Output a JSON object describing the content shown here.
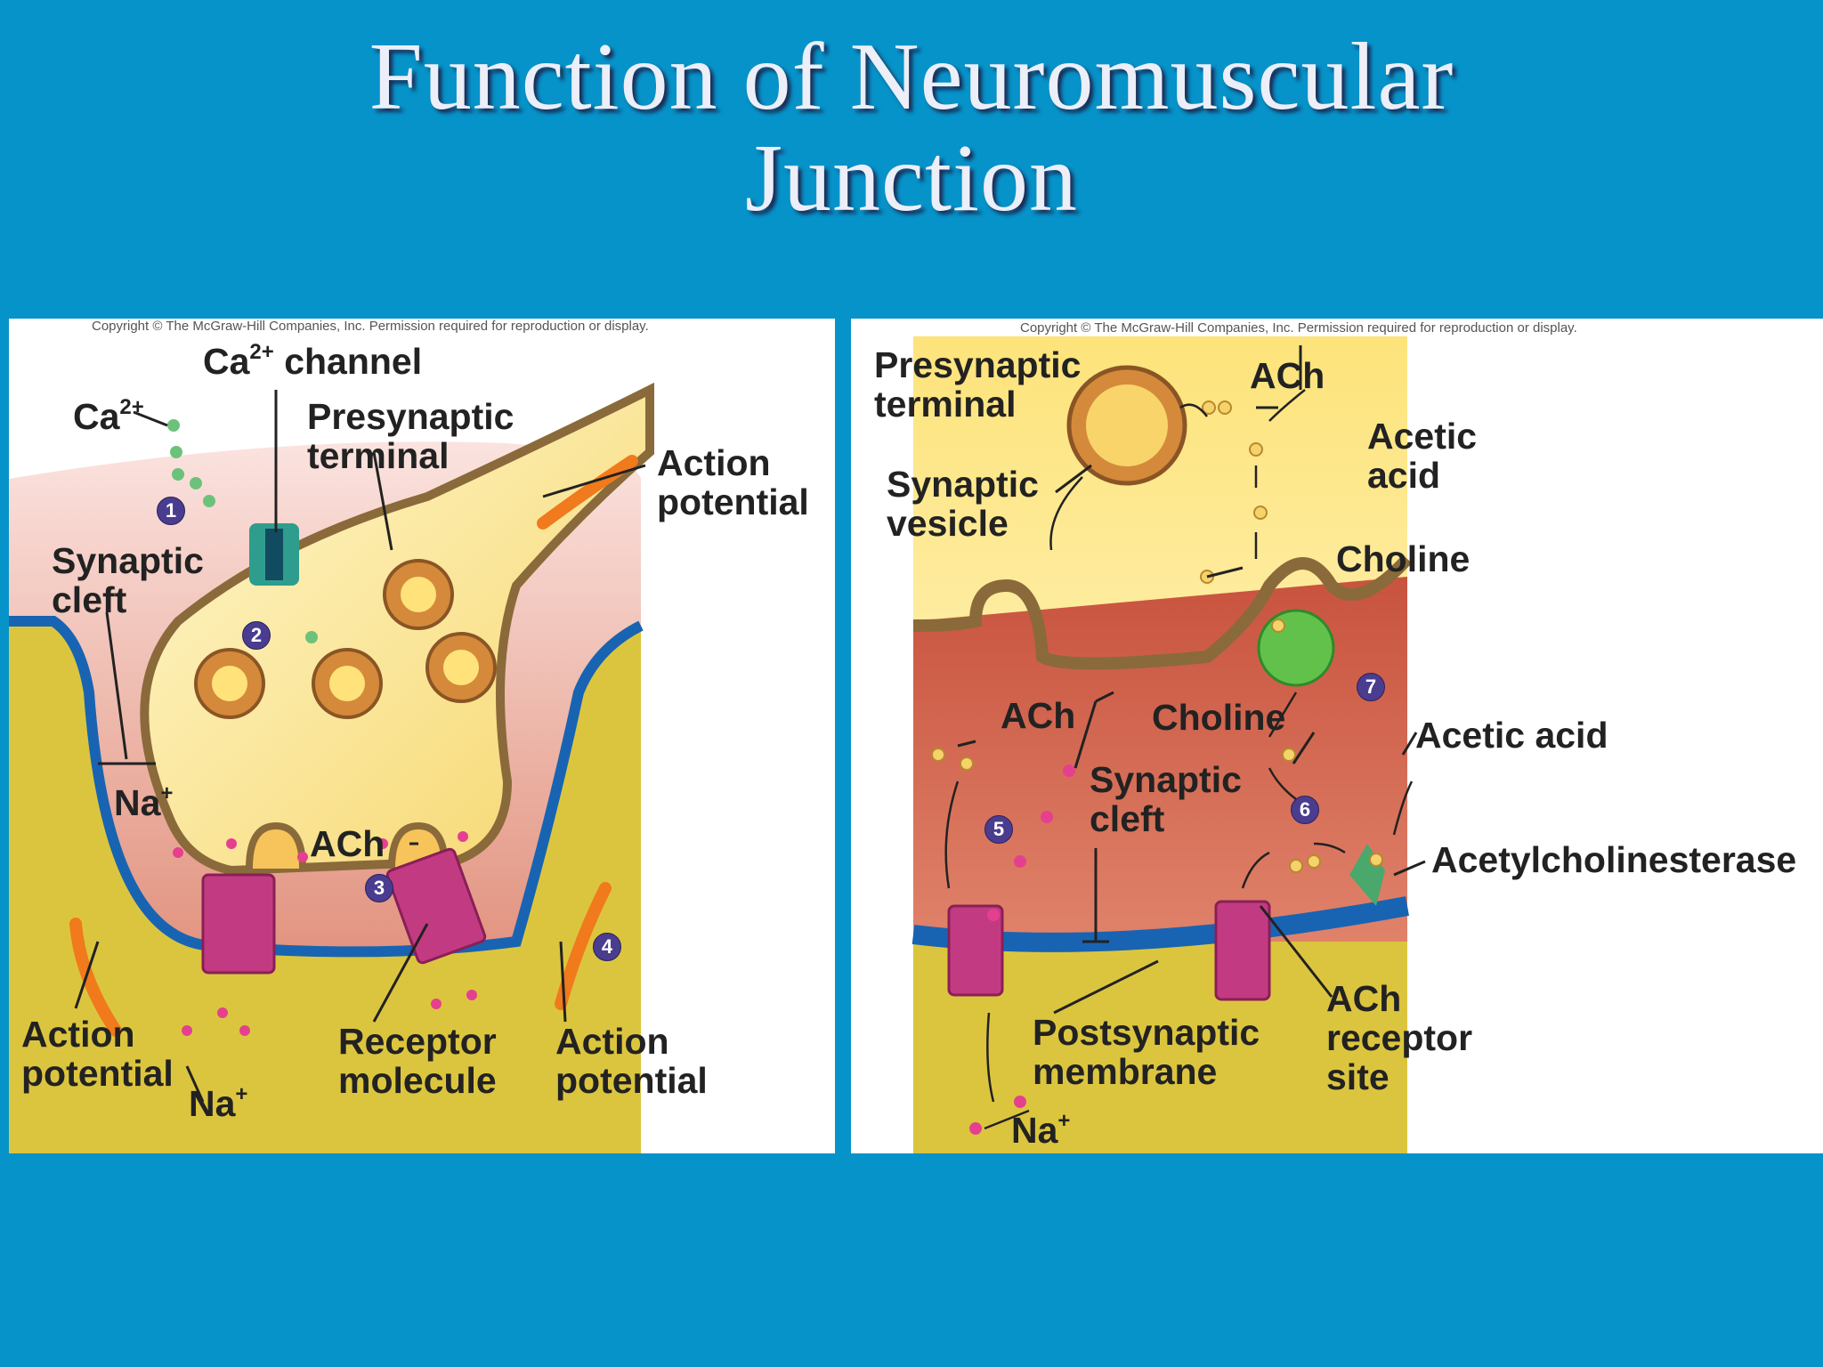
{
  "slide": {
    "title_line1": "Function of Neuromuscular",
    "title_line2": "Junction",
    "background_color": "#0693c9"
  },
  "left_panel": {
    "copyright": "Copyright © The McGraw-Hill Companies, Inc. Permission required for reproduction or display.",
    "labels": {
      "ca_channel": "Ca",
      "ca_channel_sup": "2+",
      "ca_channel_rest": " channel",
      "ca_ion": "Ca",
      "ca_ion_sup": "2+",
      "presynaptic_terminal": "Presynaptic\nterminal",
      "action_potential_top": "Action\npotential",
      "synaptic_cleft": "Synaptic\ncleft",
      "na_top": "Na",
      "na_top_sup": "+",
      "ach": "ACh",
      "action_potential_left": "Action\npotential",
      "na_bottom": "Na",
      "na_bottom_sup": "+",
      "receptor_molecule": "Receptor\nmolecule",
      "action_potential_right": "Action\npotential"
    },
    "badges": [
      "1",
      "2",
      "3",
      "4"
    ]
  },
  "right_panel": {
    "copyright": "Copyright © The McGraw-Hill Companies, Inc. Permission required for reproduction or display.",
    "labels": {
      "presynaptic_terminal": "Presynaptic\nterminal",
      "ach_top": "ACh",
      "acetic_acid_top": "Acetic\nacid",
      "synaptic_vesicle": "Synaptic\nvesicle",
      "choline_top": "Choline",
      "ach_mid": "ACh",
      "choline_mid": "Choline",
      "acetic_acid_mid": "Acetic acid",
      "synaptic_cleft": "Synaptic\ncleft",
      "acetylcholinesterase": "Acetylcholinesterase",
      "postsynaptic_membrane": "Postsynaptic\nmembrane",
      "ach_receptor_site": "ACh\nreceptor\nsite",
      "na": "Na",
      "na_sup": "+"
    },
    "badges": [
      "5",
      "6",
      "7"
    ]
  }
}
